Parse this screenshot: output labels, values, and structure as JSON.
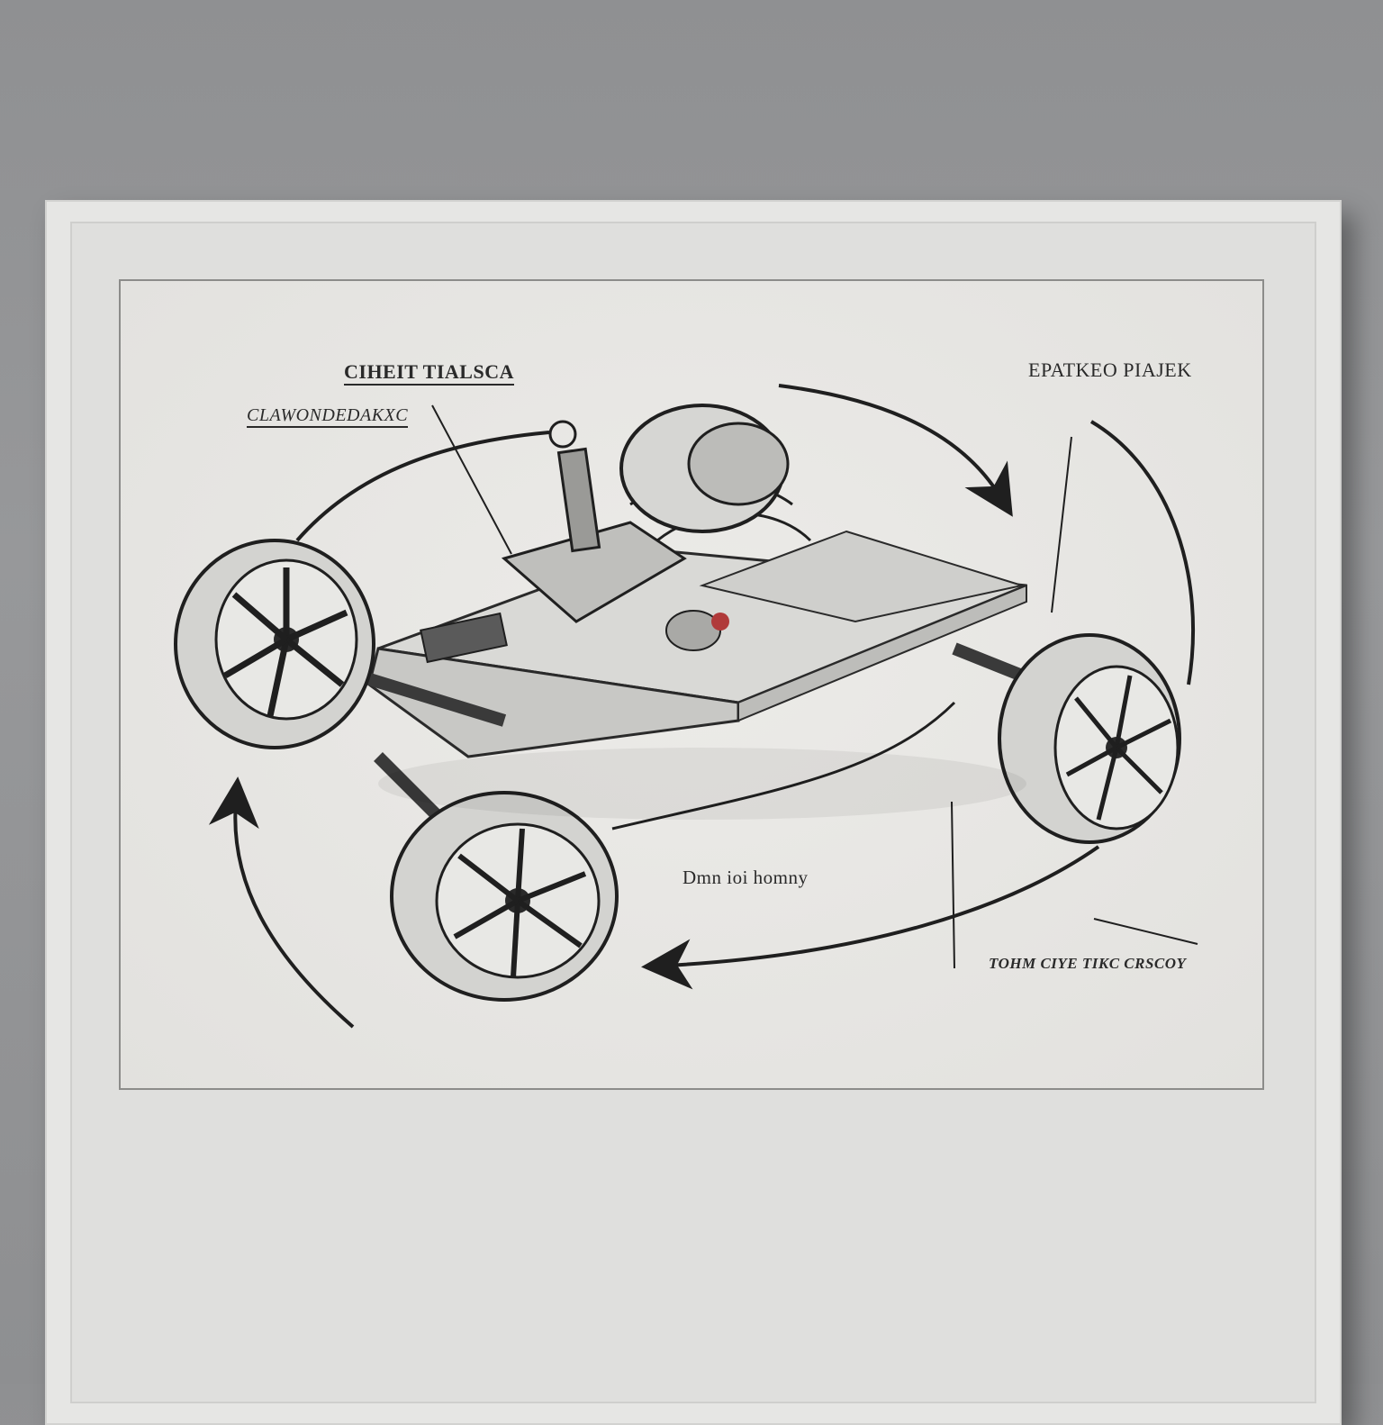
{
  "labels": {
    "top_left_title": "CIHEIT TIALSCA",
    "top_left_sub": "CLAWONDEDAKXC",
    "top_right": "EPATKEO PIAJEK",
    "center_bottom": "Dmn ioi homny",
    "bottom_right": "TOHM CIYE   TIKC CRSCOY"
  },
  "colors": {
    "wall": "#929395",
    "frame": "#e6e6e4",
    "paper": "#e8e7e4",
    "ink": "#1f1f1f",
    "accent_red": "#b03a3a"
  }
}
